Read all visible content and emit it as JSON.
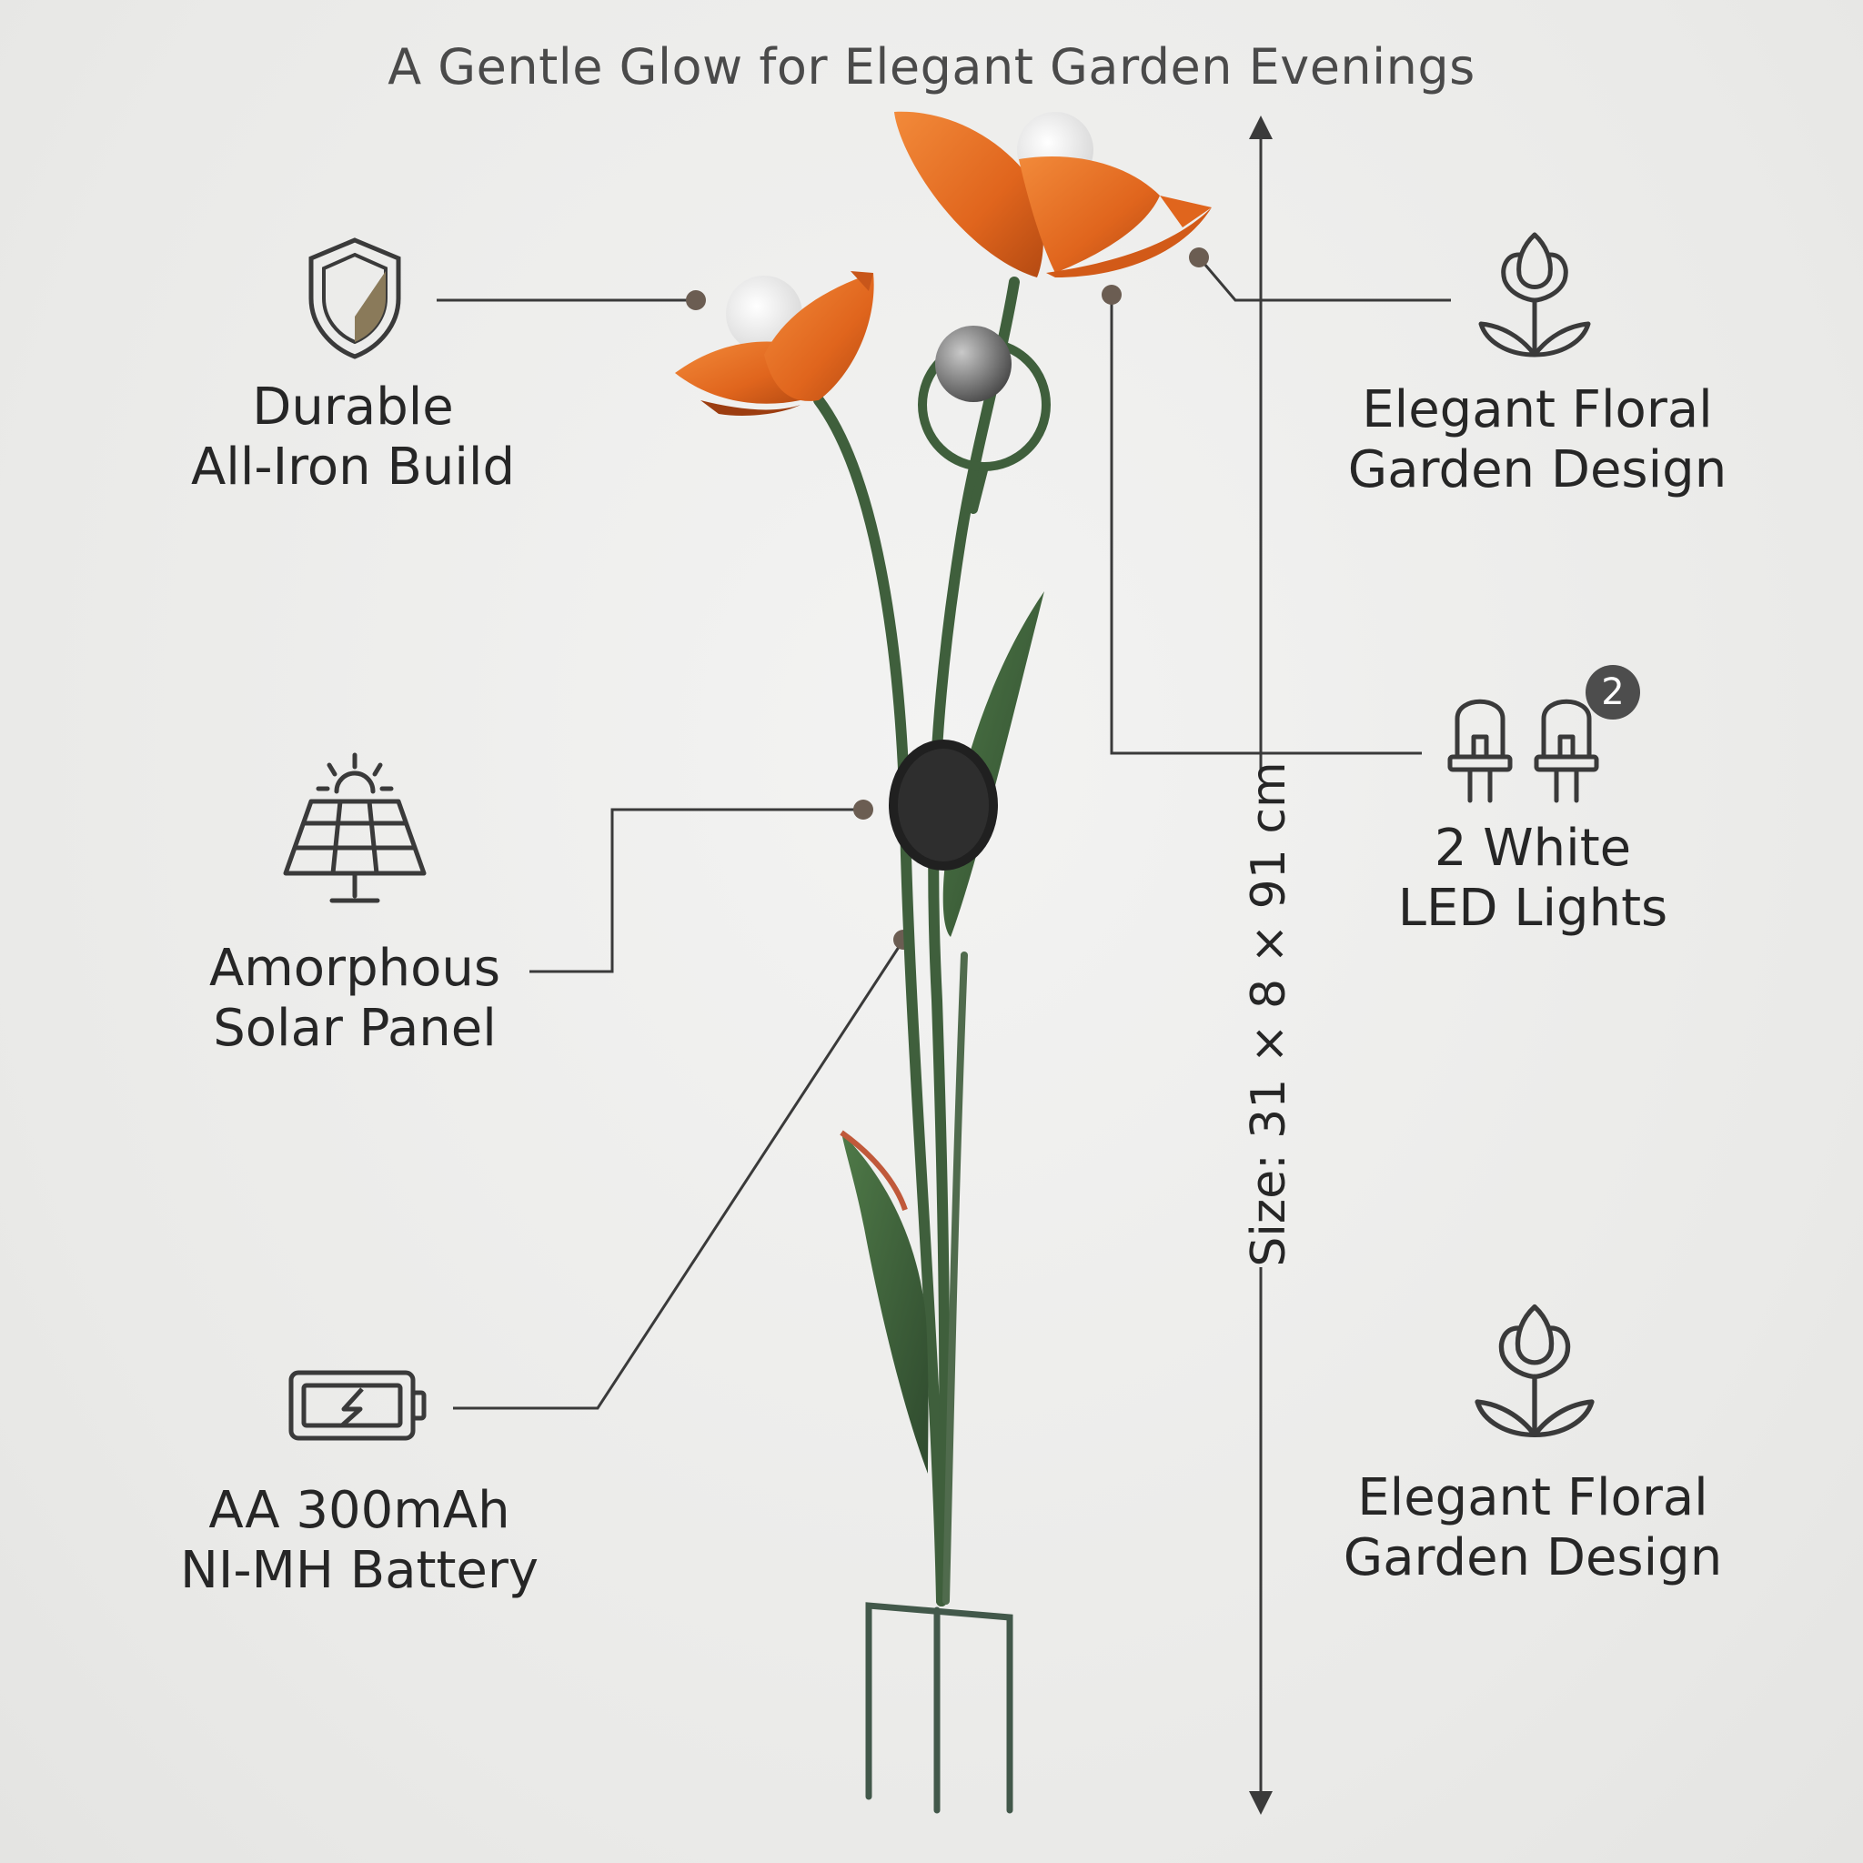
{
  "headline": "A Gentle Glow for Elegant Garden Evenings",
  "features": {
    "iron_build": {
      "line1": "Durable",
      "line2": "All-Iron Build",
      "icon": "shield-icon"
    },
    "floral_top": {
      "line1": "Elegant Floral",
      "line2": "Garden Design",
      "icon": "tulip-icon"
    },
    "solar": {
      "line1": "Amorphous",
      "line2": "Solar Panel",
      "icon": "solar-panel-icon"
    },
    "led": {
      "line1": "2 White",
      "line2": "LED Lights",
      "icon": "led-bulb-icon",
      "badge": "2"
    },
    "battery": {
      "line1": "AA 300mAh",
      "line2": "NI-MH Battery",
      "icon": "battery-icon"
    },
    "floral_bottom": {
      "line1": "Elegant Floral",
      "line2": "Garden Design",
      "icon": "tulip-icon"
    }
  },
  "size": "Size: 31 × 8 × 91 cm",
  "colors": {
    "petal": "#e0651d",
    "stem": "#3f5f3c",
    "ink": "#2b2b2b",
    "background": "#ecebea"
  }
}
